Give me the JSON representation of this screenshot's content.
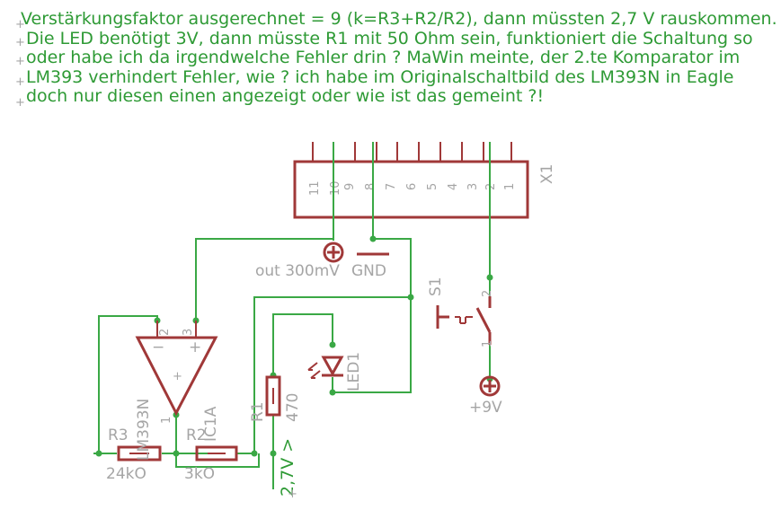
{
  "notes": [
    "Verstärkungsfaktor ausgerechnet = 9 (k=R3+R2/R2), dann müssten 2,7 V rauskommen.",
    "Die LED benötigt 3V, dann müsste R1 mit 50 Ohm sein, funktioniert die Schaltung so",
    "oder habe ich da irgendwelche Fehler drin ? MaWin meinte, der 2.te Komparator im",
    "LM393 verhindert Fehler, wie ? ich habe im Originalschaltbild des LM393N in Eagle",
    "doch nur diesen einen angezeigt oder wie ist das gemeint ?!"
  ],
  "connector": {
    "name": "X1",
    "pins": [
      "11",
      "10",
      "9",
      "8",
      "7",
      "6",
      "5",
      "4",
      "3",
      "2",
      "1"
    ]
  },
  "labels": {
    "out": "out 300mV",
    "gnd": "GND",
    "switch": "S1",
    "switch_pin2": "2",
    "switch_pin1": "1",
    "supply": "+9V",
    "led": "LED1",
    "r1_name": "R1",
    "r1_value": "470",
    "r2_name": "R2",
    "r2_value": "3kO",
    "r3_name": "R3",
    "r3_value": "24kO",
    "ic_name": "IC1A",
    "ic_part": "LM393N",
    "ic_pin2": "2",
    "ic_pin3": "3",
    "ic_pin1": "1",
    "ic_minus": "−",
    "ic_plus": "+",
    "ic_center": "+",
    "voltage_label": "2,7V >"
  },
  "colors": {
    "text_note": "#2e9a35",
    "wire": "#3aa845",
    "part": "#a03838",
    "label": "#a5a5a5"
  }
}
